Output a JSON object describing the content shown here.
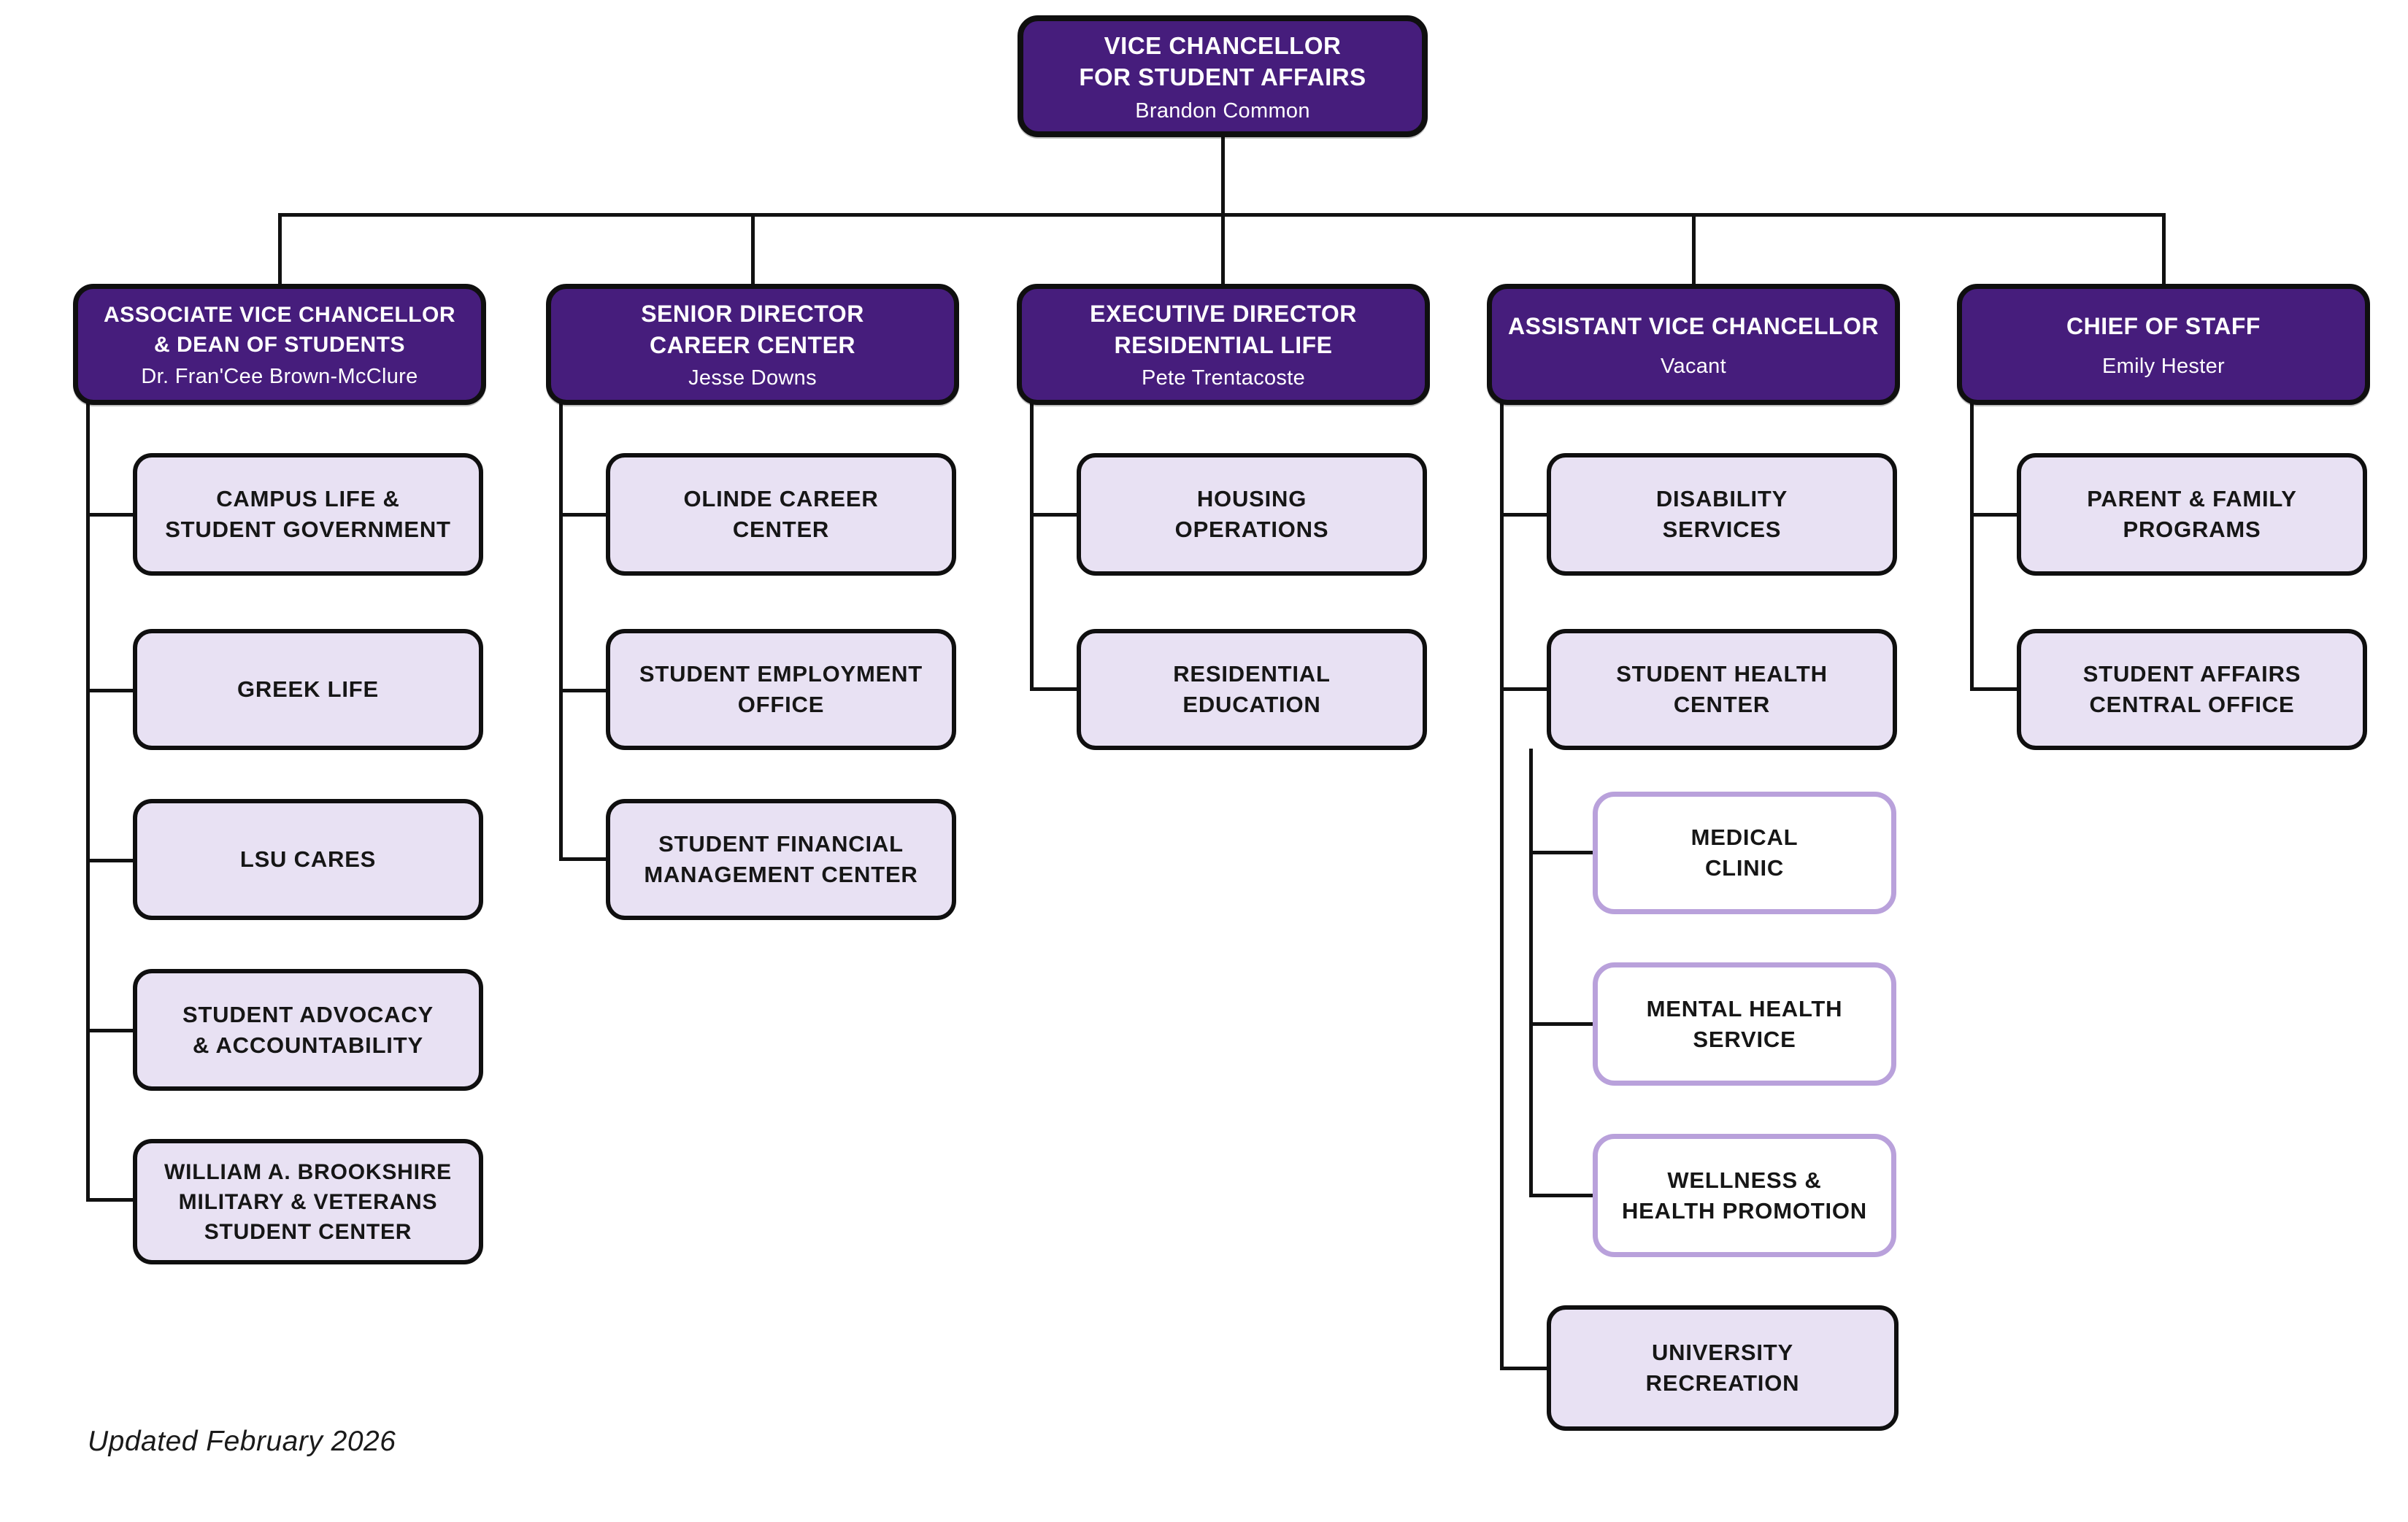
{
  "footer": {
    "note": "Updated February 2026"
  },
  "colors": {
    "brand_purple": "#461D7C",
    "light_lavender": "#E8E1F3",
    "sub_box_border": "#B9A1DB",
    "line_black": "#111111"
  },
  "root": {
    "title": "VICE CHANCELLOR\nFOR STUDENT AFFAIRS",
    "name": "Brandon Common"
  },
  "branches": [
    {
      "title": "ASSOCIATE VICE CHANCELLOR\n& DEAN OF STUDENTS",
      "name": "Dr. Fran'Cee Brown-McClure",
      "children": [
        {
          "label": "CAMPUS LIFE &\nSTUDENT GOVERNMENT"
        },
        {
          "label": "GREEK LIFE"
        },
        {
          "label": "LSU CARES"
        },
        {
          "label": "STUDENT ADVOCACY\n& ACCOUNTABILITY"
        },
        {
          "label": "WILLIAM A. BROOKSHIRE\nMILITARY & VETERANS\nSTUDENT CENTER"
        }
      ]
    },
    {
      "title": "SENIOR DIRECTOR\nCAREER CENTER",
      "name": "Jesse Downs",
      "children": [
        {
          "label": "OLINDE CAREER\nCENTER"
        },
        {
          "label": "STUDENT EMPLOYMENT\nOFFICE"
        },
        {
          "label": "STUDENT FINANCIAL\nMANAGEMENT CENTER"
        }
      ]
    },
    {
      "title": "EXECUTIVE DIRECTOR\nRESIDENTIAL LIFE",
      "name": "Pete Trentacoste",
      "children": [
        {
          "label": "HOUSING\nOPERATIONS"
        },
        {
          "label": "RESIDENTIAL\nEDUCATION"
        }
      ]
    },
    {
      "title": "ASSISTANT VICE CHANCELLOR",
      "name": "Vacant",
      "children": [
        {
          "label": "DISABILITY\nSERVICES"
        },
        {
          "label": "STUDENT HEALTH\nCENTER",
          "children": [
            {
              "label": "MEDICAL\nCLINIC"
            },
            {
              "label": "MENTAL HEALTH\nSERVICE"
            },
            {
              "label": "WELLNESS &\nHEALTH PROMOTION"
            }
          ]
        },
        {
          "label": "UNIVERSITY\nRECREATION"
        }
      ]
    },
    {
      "title": "CHIEF OF STAFF",
      "name": "Emily Hester",
      "children": [
        {
          "label": "PARENT & FAMILY\nPROGRAMS"
        },
        {
          "label": "STUDENT AFFAIRS\nCENTRAL OFFICE"
        }
      ]
    }
  ]
}
